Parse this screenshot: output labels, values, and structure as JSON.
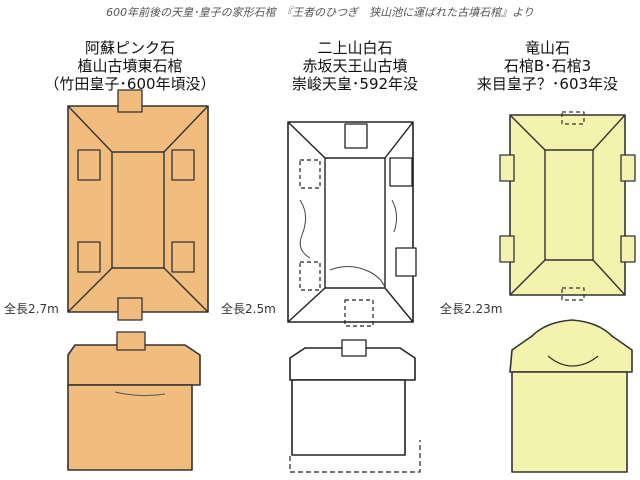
{
  "caption": "600年前後の天皇･皇子の家形石棺　『王者のひつぎ　狭山池に運ばれた古墳石棺』より",
  "coffins": [
    {
      "title_lines": [
        "阿蘇ピンク石",
        "植山古墳東石棺",
        "（竹田皇子･600年頃没）"
      ],
      "length": "全長2.7m",
      "fill": "#f0bd7e",
      "stroke": "#333333"
    },
    {
      "title_lines": [
        "二上山白石",
        "赤坂天王山古墳",
        "崇峻天皇･592年没"
      ],
      "length": "全長2.5m",
      "fill": "#ffffff",
      "stroke": "#222222"
    },
    {
      "title_lines": [
        "竜山石",
        "石棺B･石棺3",
        "来目皇子？･603年没"
      ],
      "length": "全長2.23m",
      "fill": "#f4f3ae",
      "stroke": "#333333"
    }
  ]
}
